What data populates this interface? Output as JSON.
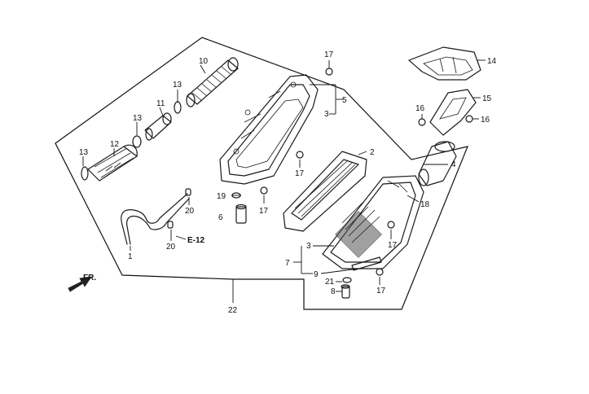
{
  "labels": {
    "p1": "1",
    "p2": "2",
    "p3a": "3",
    "p3b": "3",
    "p4": "4",
    "p5": "5",
    "p6": "6",
    "p7": "7",
    "p8": "8",
    "p9": "9",
    "p10": "10",
    "p11": "11",
    "p12": "12",
    "p13a": "13",
    "p13b": "13",
    "p13c": "13",
    "p14": "14",
    "p15": "15",
    "p16a": "16",
    "p16b": "16",
    "p17a": "17",
    "p17b": "17",
    "p17c": "17",
    "p17d": "17",
    "p17e": "17",
    "p18": "18",
    "p19": "19",
    "p20a": "20",
    "p20b": "20",
    "p21": "21",
    "p22": "22"
  },
  "refs": {
    "section": "E-12",
    "front": "FR."
  }
}
